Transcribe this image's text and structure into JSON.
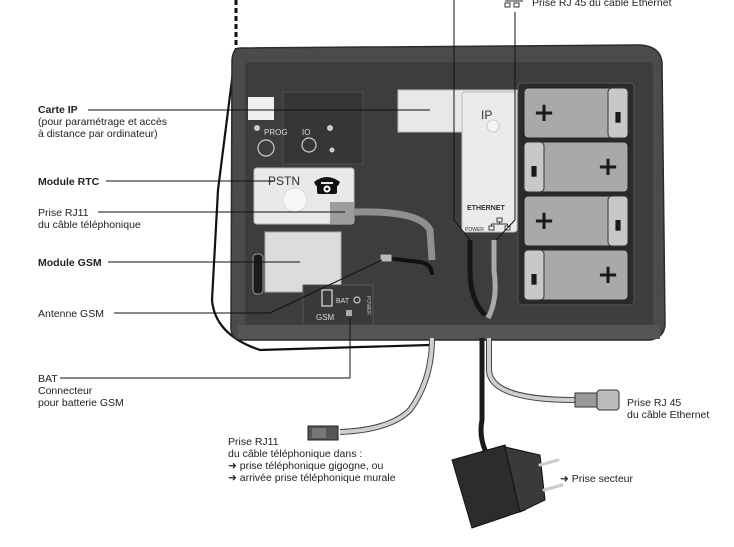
{
  "labels": {
    "carte_ip": {
      "title": "Carte IP",
      "line1": "(pour paramétrage et accès",
      "line2": "à distance par ordinateur)"
    },
    "module_rtc": {
      "title": "Module RTC"
    },
    "prise_rj11_module": {
      "line1": "Prise RJ11",
      "line2": "du câble téléphonique"
    },
    "module_gsm": {
      "title": "Module GSM"
    },
    "antenne_gsm": {
      "title": "Antenne GSM"
    },
    "bat": {
      "title": "BAT",
      "line1": "Connecteur",
      "line2": "pour batterie GSM"
    },
    "rj45_top": {
      "title": "Prise RJ 45 du câble Ethernet"
    },
    "rj11_cable": {
      "line1": "Prise RJ11",
      "line2": "du câble téléphonique dans :",
      "bullet1": "prise téléphonique gigogne, ou",
      "bullet2": "arrivée prise téléphonique murale"
    },
    "rj45_cable": {
      "line1": "Prise RJ 45",
      "line2": "du câble Ethernet"
    },
    "prise_secteur": {
      "title": "Prise secteur"
    }
  },
  "board_text": {
    "prog": "PROG",
    "io": "IO",
    "pstn": "PSTN",
    "ip": "IP",
    "ethernet": "ETHERNET",
    "power": "POWER",
    "bat": "BAT",
    "gsm": "GSM",
    "power_vertical": "POWER"
  },
  "battery_polarity": [
    {
      "left": "+",
      "right": "-"
    },
    {
      "left": "-",
      "right": "+"
    },
    {
      "left": "+",
      "right": "-"
    },
    {
      "left": "-",
      "right": "+"
    }
  ],
  "arrow_glyph": "➜",
  "colors": {
    "housing": "#4a4a4c",
    "housing_inner": "#3a3a3c",
    "module": "#e8e8e8",
    "battery": "#a9a9a9",
    "battery_cap": "#c8c8c8",
    "cable_grey": "#b9b9b9",
    "cable_black": "#222222"
  }
}
